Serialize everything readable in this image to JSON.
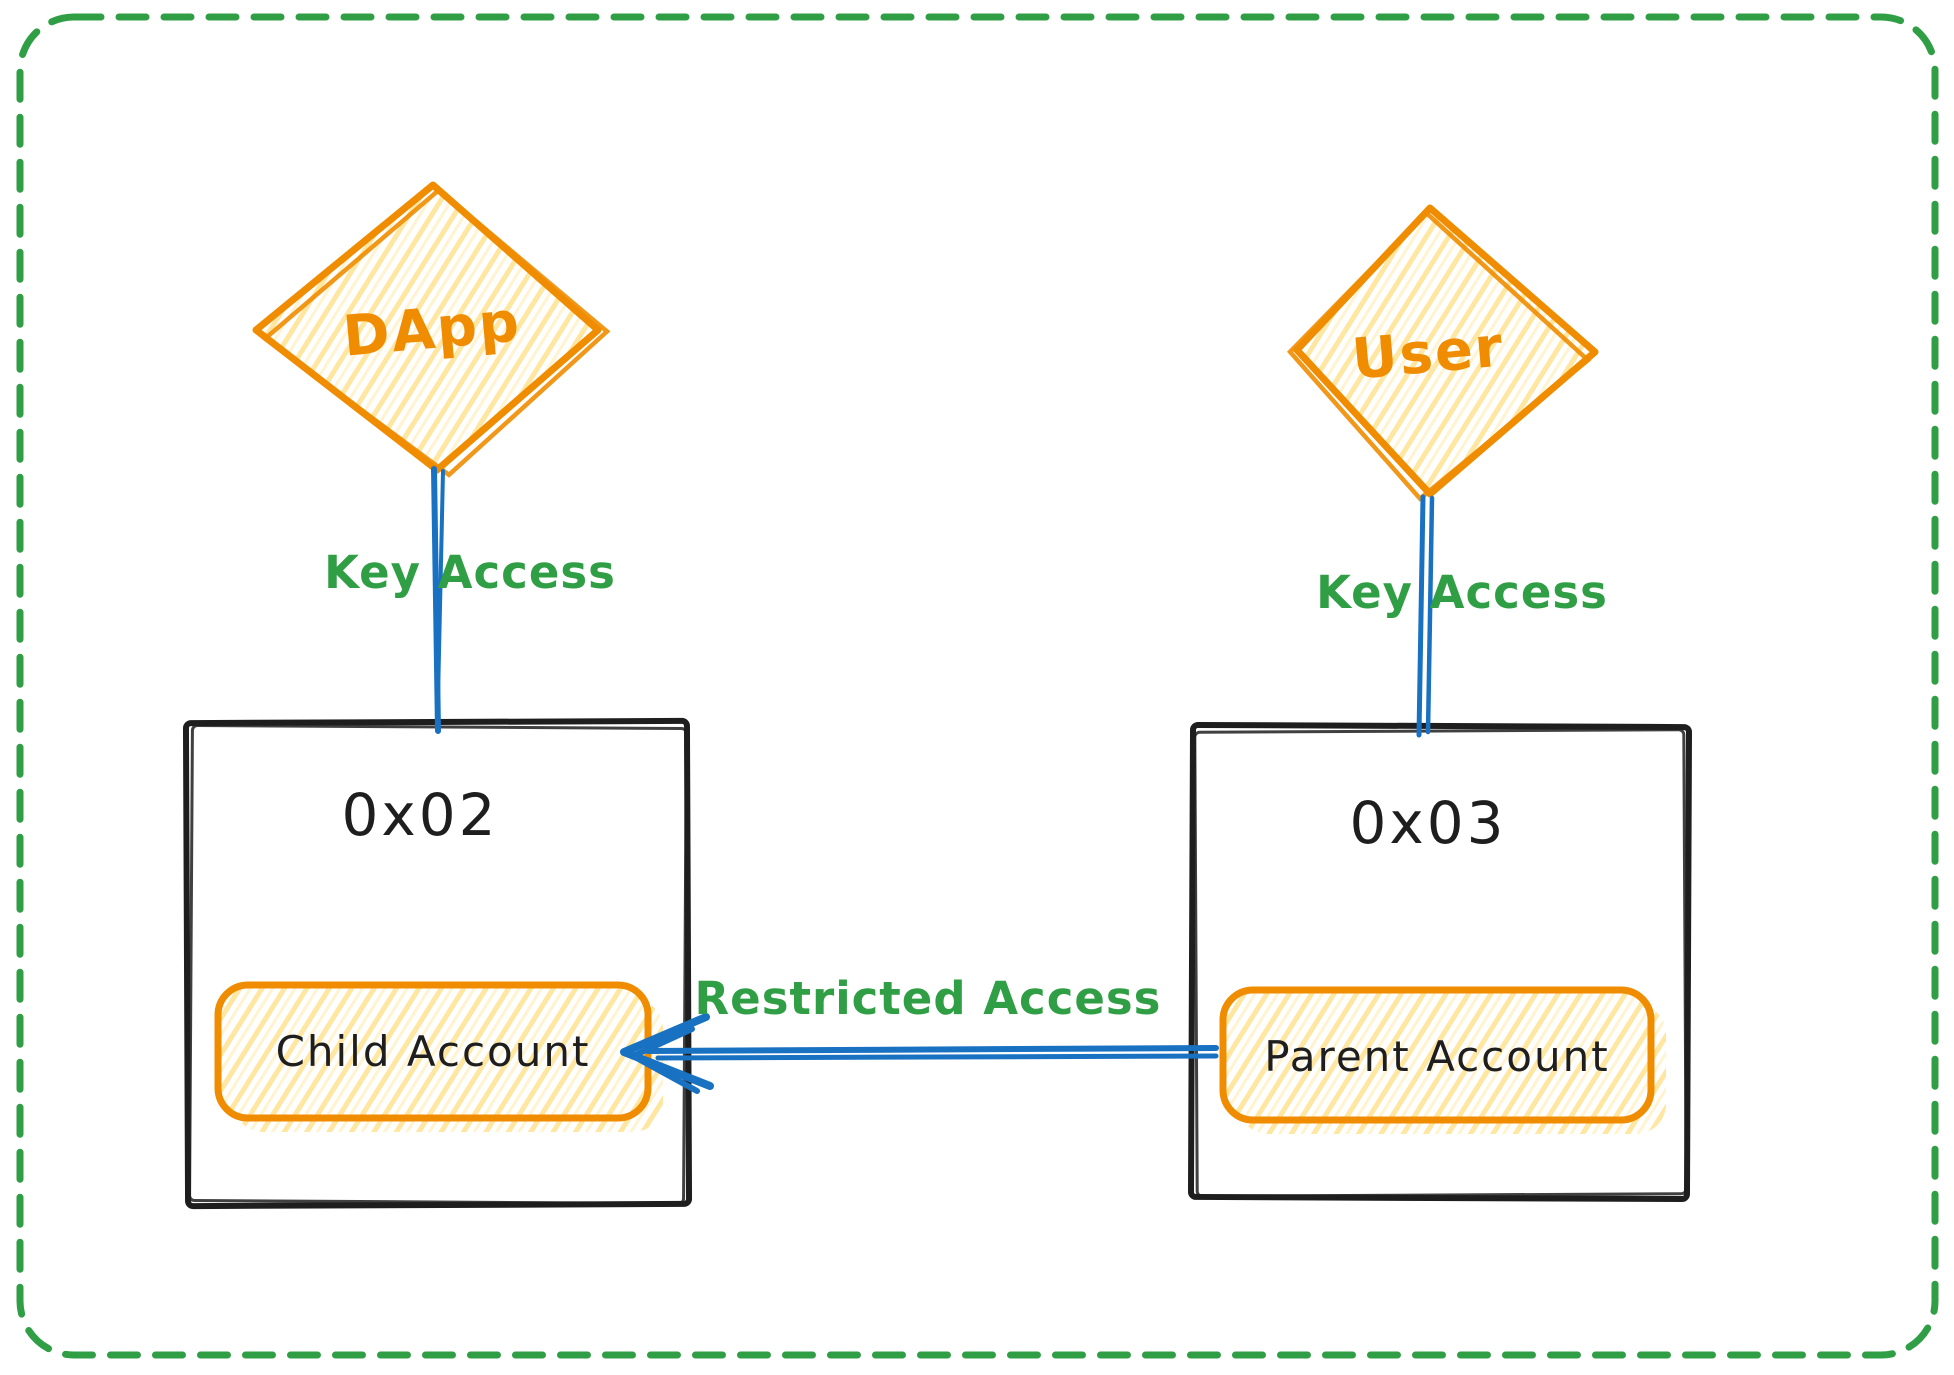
{
  "canvas": {
    "background": "#ffffff",
    "border_style": "dashed",
    "border_color": "#2f9e44"
  },
  "colors": {
    "green": "#2f9e44",
    "blue": "#1971c2",
    "orange": "#f08c00",
    "hatch_fill": "#ffe6a1",
    "ink": "#1e1e1e"
  },
  "nodes": {
    "dapp": {
      "label": "DApp",
      "shape": "diamond"
    },
    "user": {
      "label": "User",
      "shape": "diamond"
    },
    "wallet_left": {
      "label": "0x02",
      "shape": "rectangle"
    },
    "wallet_right": {
      "label": "0x03",
      "shape": "rectangle"
    },
    "child_account": {
      "label": "Child Account",
      "shape": "rounded-rectangle"
    },
    "parent_account": {
      "label": "Parent Account",
      "shape": "rounded-rectangle"
    }
  },
  "edges": {
    "dapp_key_access": {
      "label": "Key Access",
      "from": "dapp",
      "to": "wallet_left"
    },
    "user_key_access": {
      "label": "Key Access",
      "from": "user",
      "to": "wallet_right"
    },
    "restricted_access": {
      "label": "Restricted Access",
      "from": "parent_account",
      "to": "child_account",
      "direction": "right-to-left"
    }
  }
}
